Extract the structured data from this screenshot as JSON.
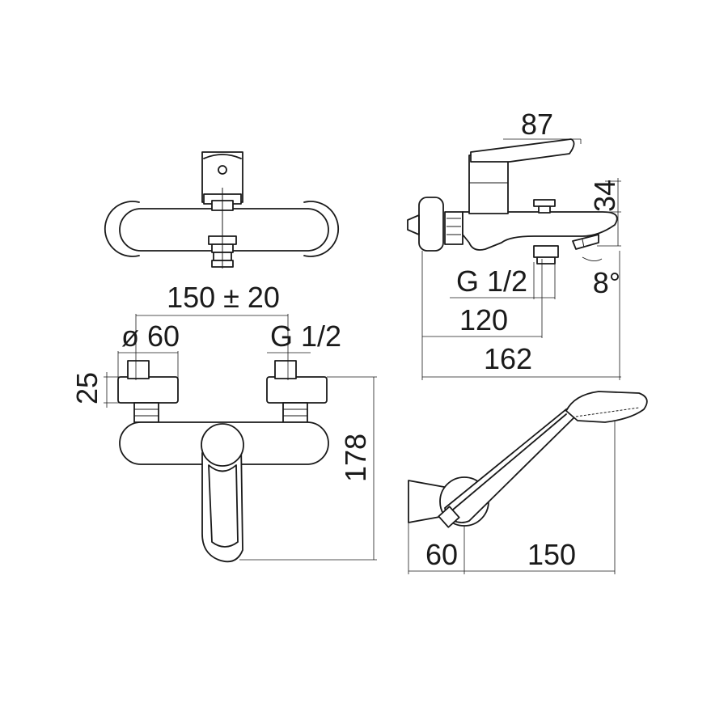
{
  "views": {
    "top": {
      "name": "top-view"
    },
    "side": {
      "dims": {
        "width": "87",
        "height": "34",
        "thread": "G 1/2",
        "depth1": "120",
        "depth2": "162",
        "angle": "8°"
      }
    },
    "front": {
      "dims": {
        "spacing": "150 ± 20",
        "diameter": "ø 60",
        "thread": "G 1/2",
        "height_small": "25",
        "height": "178"
      }
    },
    "handshower": {
      "dims": {
        "bracket": "60",
        "length": "150"
      }
    }
  }
}
